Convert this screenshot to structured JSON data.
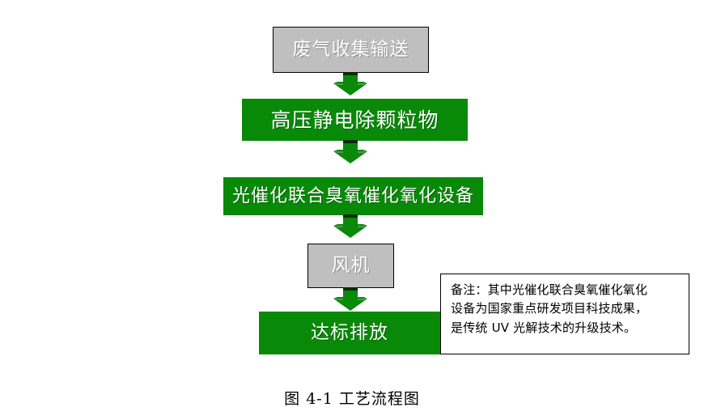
{
  "diagram": {
    "title": "工艺流程图",
    "colors": {
      "process_green": "#088a08",
      "equipment_gray": "#bfbfbf",
      "border_black": "#000000",
      "node_text": "#ffffff"
    },
    "nodes": [
      {
        "id": "collect",
        "label": "废气收集输送",
        "style": "gray"
      },
      {
        "id": "esp",
        "label": "高压静电除颗粒物",
        "style": "green"
      },
      {
        "id": "photocat",
        "label": "光催化联合臭氧催化氧化设备",
        "style": "green"
      },
      {
        "id": "fan",
        "label": "风机",
        "style": "gray"
      },
      {
        "id": "emission",
        "label": "达标排放",
        "style": "green"
      }
    ],
    "arrows": [
      {
        "id": "arrow-1",
        "from": "collect",
        "to": "esp",
        "direction": "down"
      },
      {
        "id": "arrow-2",
        "from": "esp",
        "to": "photocat",
        "direction": "down"
      },
      {
        "id": "arrow-3",
        "from": "photocat",
        "to": "fan",
        "direction": "down"
      },
      {
        "id": "arrow-4",
        "from": "fan",
        "to": "emission",
        "direction": "down"
      }
    ],
    "note": {
      "line1": "备注：其中光催化联合臭氧催化氧化",
      "line2": "设备为国家重点研发项目科技成果，",
      "line3": "是传统 UV 光解技术的升级技术。"
    },
    "caption": "图 4-1  工艺流程图"
  }
}
